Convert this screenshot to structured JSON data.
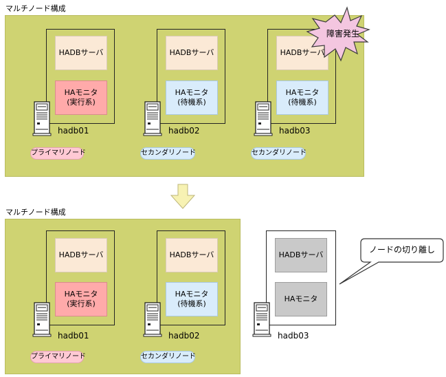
{
  "top": {
    "title": "マルチノード構成",
    "nodes": [
      {
        "db": "HADBサーバ",
        "monitor_l1": "HAモニタ",
        "monitor_l2": "(実行系)",
        "host": "hadb01",
        "role": "プライマリノード"
      },
      {
        "db": "HADBサーバ",
        "monitor_l1": "HAモニタ",
        "monitor_l2": "(待機系)",
        "host": "hadb02",
        "role": "セカンダリノード"
      },
      {
        "db": "HADBサーバ",
        "monitor_l1": "HAモニタ",
        "monitor_l2": "(待機系)",
        "host": "hadb03",
        "role": "セカンダリノード"
      }
    ],
    "failure": "障害発生"
  },
  "bottom": {
    "title": "マルチノード構成",
    "nodes": [
      {
        "db": "HADBサーバ",
        "monitor_l1": "HAモニタ",
        "monitor_l2": "(実行系)",
        "host": "hadb01",
        "role": "プライマリノード"
      },
      {
        "db": "HADBサーバ",
        "monitor_l1": "HAモニタ",
        "monitor_l2": "(待機系)",
        "host": "hadb02",
        "role": "セカンダリノード"
      }
    ],
    "detached": {
      "db": "HADBサーバ",
      "monitor": "HAモニタ",
      "host": "hadb03"
    },
    "callout": "ノードの切り離し"
  },
  "colors": {
    "panel": "#cfd372",
    "db_box": "#fbe9d6",
    "monitor_active": "#ffaaaa",
    "monitor_standby": "#d9ecfb",
    "detached_box": "#c9c9c9",
    "failure_burst": "#f4c6e0",
    "arrow": "#f7f2b3"
  },
  "icons": [
    "server-icon",
    "down-arrow-icon",
    "burst-icon",
    "callout-bubble-icon"
  ]
}
